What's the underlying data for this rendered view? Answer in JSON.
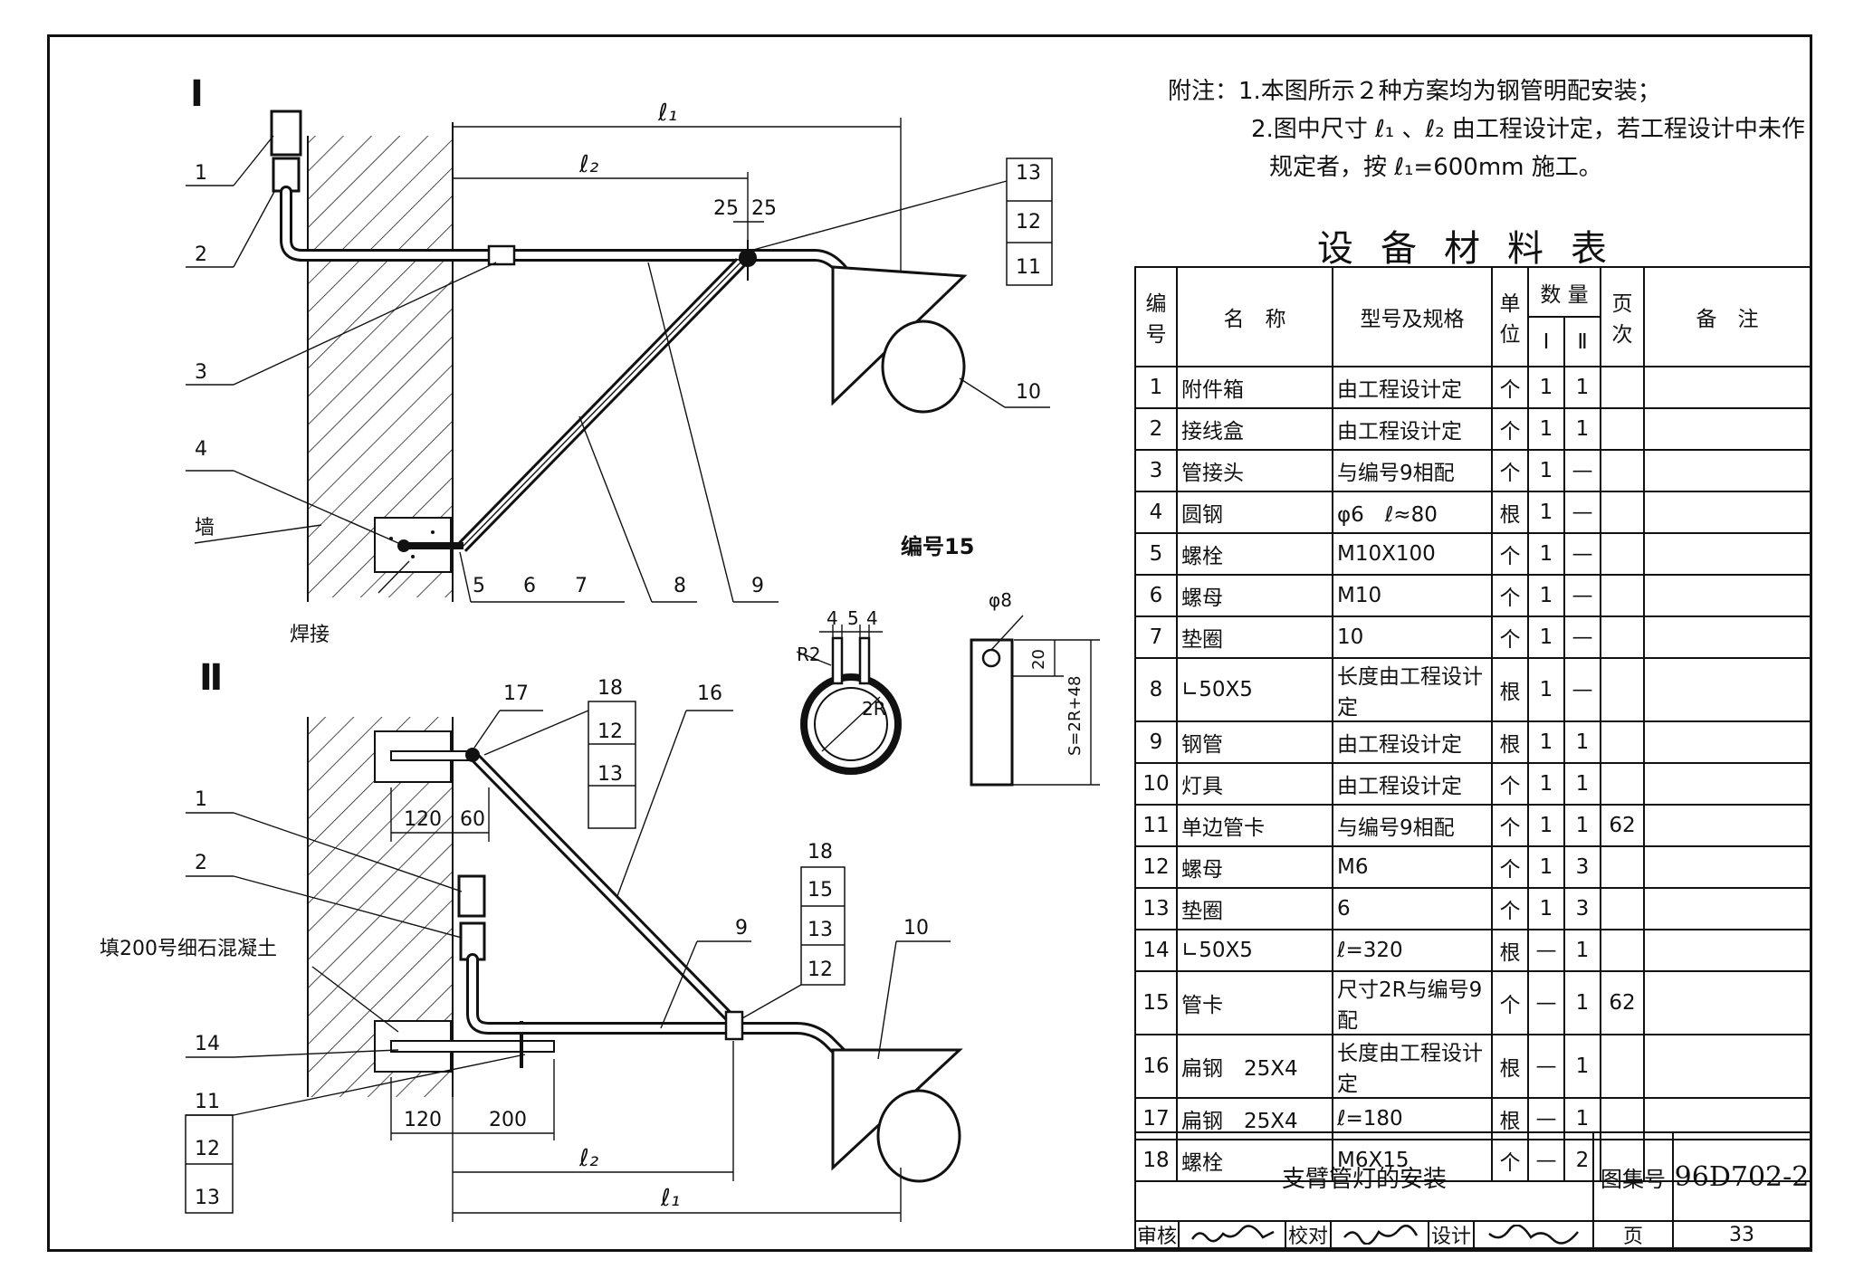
{
  "notes": {
    "line1": "附注：1.本图所示２种方案均为钢管明配安装；",
    "line2": "2.图中尺寸 ℓ₁ 、ℓ₂ 由工程设计定，若工程设计中未作",
    "line3": "规定者，按 ℓ₁=600mm 施工。"
  },
  "table": {
    "title": "设备材料表",
    "headers": {
      "no": "编号",
      "name": "名　称",
      "spec": "型号及规格",
      "unit": "单位",
      "qty": "数 量",
      "qty_i": "Ⅰ",
      "qty_ii": "Ⅱ",
      "page": "页次",
      "remark": "备　注"
    },
    "rows": [
      {
        "no": "1",
        "name": "附件箱",
        "spec": "由工程设计定",
        "unit": "个",
        "q1": "1",
        "q2": "1",
        "page": ""
      },
      {
        "no": "2",
        "name": "接线盒",
        "spec": "由工程设计定",
        "unit": "个",
        "q1": "1",
        "q2": "1",
        "page": ""
      },
      {
        "no": "3",
        "name": "管接头",
        "spec": "与编号9相配",
        "unit": "个",
        "q1": "1",
        "q2": "—",
        "page": ""
      },
      {
        "no": "4",
        "name": "圆钢",
        "spec": "φ6　ℓ≈80",
        "unit": "根",
        "q1": "1",
        "q2": "—",
        "page": ""
      },
      {
        "no": "5",
        "name": "螺栓",
        "spec": "M10X100",
        "unit": "个",
        "q1": "1",
        "q2": "—",
        "page": ""
      },
      {
        "no": "6",
        "name": "螺母",
        "spec": "M10",
        "unit": "个",
        "q1": "1",
        "q2": "—",
        "page": ""
      },
      {
        "no": "7",
        "name": "垫圈",
        "spec": "10",
        "unit": "个",
        "q1": "1",
        "q2": "—",
        "page": ""
      },
      {
        "no": "8",
        "name": "∟50X5",
        "spec": "长度由工程设计定",
        "unit": "根",
        "q1": "1",
        "q2": "—",
        "page": ""
      },
      {
        "no": "9",
        "name": "钢管",
        "spec": "由工程设计定",
        "unit": "根",
        "q1": "1",
        "q2": "1",
        "page": ""
      },
      {
        "no": "10",
        "name": "灯具",
        "spec": "由工程设计定",
        "unit": "个",
        "q1": "1",
        "q2": "1",
        "page": ""
      },
      {
        "no": "11",
        "name": "单边管卡",
        "spec": "与编号9相配",
        "unit": "个",
        "q1": "1",
        "q2": "1",
        "page": "62"
      },
      {
        "no": "12",
        "name": "螺母",
        "spec": "M6",
        "unit": "个",
        "q1": "1",
        "q2": "3",
        "page": ""
      },
      {
        "no": "13",
        "name": "垫圈",
        "spec": "6",
        "unit": "个",
        "q1": "1",
        "q2": "3",
        "page": ""
      },
      {
        "no": "14",
        "name": "∟50X5",
        "spec": "ℓ=320",
        "unit": "根",
        "q1": "—",
        "q2": "1",
        "page": ""
      },
      {
        "no": "15",
        "name": "管卡",
        "spec": "尺寸2R与编号9配",
        "unit": "个",
        "q1": "—",
        "q2": "1",
        "page": "62"
      },
      {
        "no": "16",
        "name": "扁钢　25X4",
        "spec": "长度由工程设计定",
        "unit": "根",
        "q1": "—",
        "q2": "1",
        "page": ""
      },
      {
        "no": "17",
        "name": "扁钢　25X4",
        "spec": "ℓ=180",
        "unit": "根",
        "q1": "—",
        "q2": "1",
        "page": ""
      },
      {
        "no": "18",
        "name": "螺栓",
        "spec": "M6X15",
        "unit": "个",
        "q1": "—",
        "q2": "2",
        "page": ""
      }
    ]
  },
  "title_block": {
    "drawing_title": "支臂管灯的安装",
    "atlas_label": "图集号",
    "atlas_no": "96D702-2",
    "review": "审核",
    "check": "校对",
    "design": "设计",
    "page_label": "页",
    "page_no": "33"
  },
  "drawing": {
    "view_i": "Ⅰ",
    "view_ii": "Ⅱ",
    "l1": "ℓ₁",
    "l2": "ℓ₂",
    "dim_25a": "25",
    "dim_25b": "25",
    "wall": "墙",
    "weld": "焊接",
    "fill_concrete": "填200号细石混凝土",
    "part15_title": "编号15",
    "dim_120a": "120",
    "dim_60": "60",
    "dim_120b": "120",
    "dim_200": "200",
    "clamp_4a": "4",
    "clamp_5": "5",
    "clamp_4b": "4",
    "clamp_r2": "R2",
    "clamp_2r": "2R",
    "clamp_phi8": "φ8",
    "clamp_20": "20",
    "clamp_s": "S=2R+48",
    "labels_i": [
      "1",
      "2",
      "3",
      "4",
      "5",
      "6",
      "7",
      "8",
      "9",
      "10",
      "11",
      "12",
      "13"
    ],
    "labels_ii": [
      "1",
      "2",
      "9",
      "10",
      "11",
      "12",
      "13",
      "14",
      "15",
      "16",
      "17",
      "18",
      "12",
      "13",
      "18",
      "12",
      "13"
    ]
  }
}
